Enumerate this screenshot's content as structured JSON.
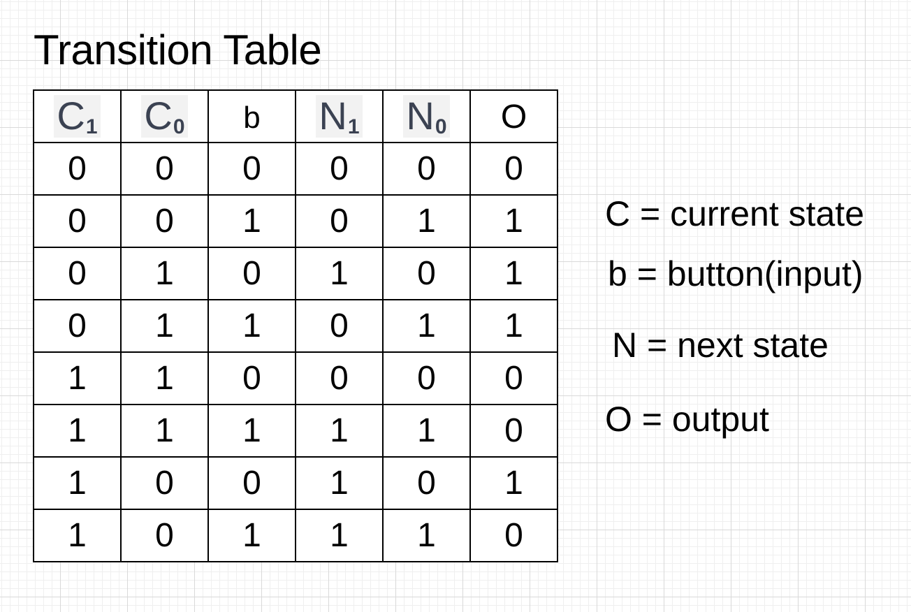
{
  "title": "Transition Table",
  "table": {
    "headers": [
      {
        "main": "C",
        "sub": "1"
      },
      {
        "main": "C",
        "sub": "0"
      },
      {
        "main": "b",
        "sub": ""
      },
      {
        "main": "N",
        "sub": "1"
      },
      {
        "main": "N",
        "sub": "0"
      },
      {
        "main": "O",
        "sub": ""
      }
    ],
    "rows": [
      [
        "0",
        "0",
        "0",
        "0",
        "0",
        "0"
      ],
      [
        "0",
        "0",
        "1",
        "0",
        "1",
        "1"
      ],
      [
        "0",
        "1",
        "0",
        "1",
        "0",
        "1"
      ],
      [
        "0",
        "1",
        "1",
        "0",
        "1",
        "1"
      ],
      [
        "1",
        "1",
        "0",
        "0",
        "0",
        "0"
      ],
      [
        "1",
        "1",
        "1",
        "1",
        "1",
        "0"
      ],
      [
        "1",
        "0",
        "0",
        "1",
        "0",
        "1"
      ],
      [
        "1",
        "0",
        "1",
        "1",
        "1",
        "0"
      ]
    ]
  },
  "legend": [
    "C = current state",
    "b = button(input)",
    "N = next state",
    "O = output"
  ]
}
